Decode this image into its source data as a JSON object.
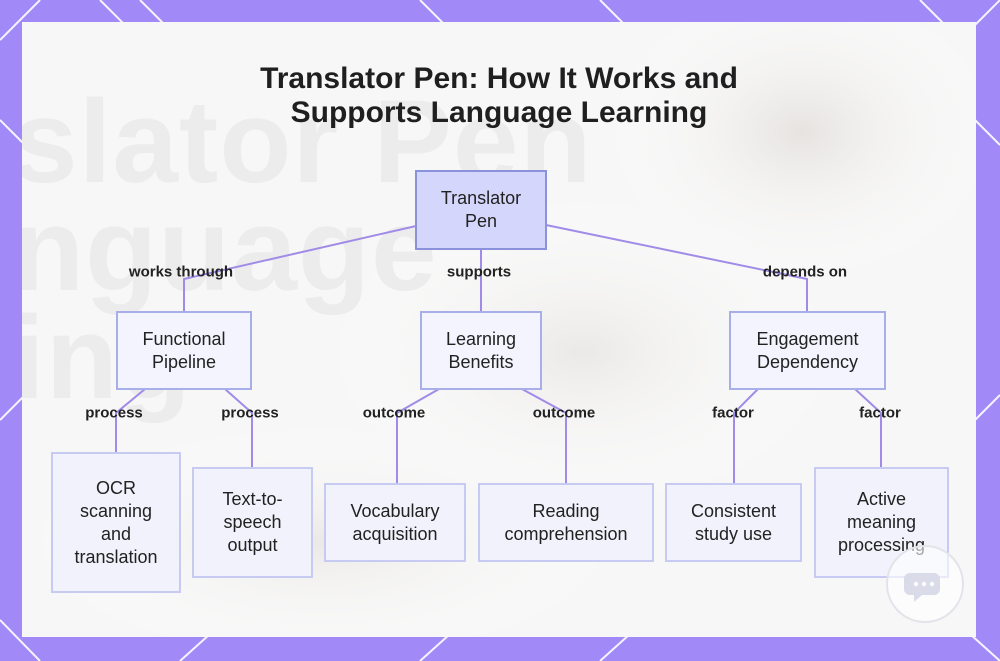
{
  "title": {
    "line1": "Translator Pen: How It Works and",
    "line2": "Supports Language Learning"
  },
  "background_text": {
    "line1": "slator Pen",
    "line2": "nguage",
    "line3": "ing"
  },
  "colors": {
    "frame": "#a18af7",
    "frame_diagonals": "#ffffff",
    "edge": "#a18be8",
    "root_fill": "#d4d6fb",
    "node_fill": "#f3f4fd"
  },
  "nodes": {
    "root": {
      "lines": [
        "Translator",
        "Pen"
      ]
    },
    "pipeline": {
      "lines": [
        "Functional",
        "Pipeline"
      ]
    },
    "benefits": {
      "lines": [
        "Learning",
        "Benefits"
      ]
    },
    "dependency": {
      "lines": [
        "Engagement",
        "Dependency"
      ]
    },
    "ocr": {
      "lines": [
        "OCR",
        "scanning",
        "and",
        "translation"
      ]
    },
    "tts": {
      "lines": [
        "Text-to-",
        "speech",
        "output"
      ]
    },
    "vocab": {
      "lines": [
        "Vocabulary",
        "acquisition"
      ]
    },
    "reading": {
      "lines": [
        "Reading",
        "comprehension"
      ]
    },
    "consistent": {
      "lines": [
        "Consistent",
        "study use"
      ]
    },
    "active": {
      "lines": [
        "Active",
        "meaning",
        "processing"
      ]
    }
  },
  "edges": {
    "works_through": "works through",
    "supports": "supports",
    "depends_on": "depends on",
    "process_ocr": "process",
    "process_tts": "process",
    "outcome_vocab": "outcome",
    "outcome_reading": "outcome",
    "factor_consistent": "factor",
    "factor_active": "factor"
  },
  "logo_icon": "chat-bubble-logo-icon"
}
